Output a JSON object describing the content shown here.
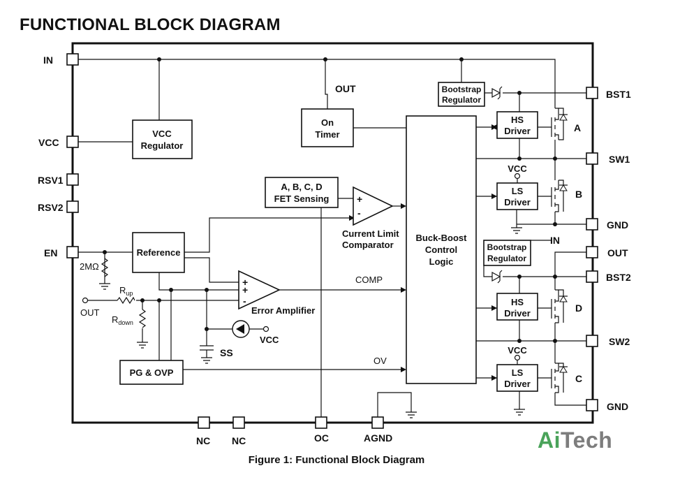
{
  "header": {
    "title": "FUNCTIONAL BLOCK DIAGRAM"
  },
  "caption": "Figure 1: Functional Block Diagram",
  "brand": {
    "part1": "Ai",
    "part2": "Tech"
  },
  "pins_left": {
    "in": "IN",
    "vcc": "VCC",
    "rsv1": "RSV1",
    "rsv2": "RSV2",
    "en": "EN"
  },
  "pins_right": {
    "bst1": "BST1",
    "sw1": "SW1",
    "gnd1": "GND",
    "out": "OUT",
    "bst2": "BST2",
    "sw2": "SW2",
    "gnd2": "GND"
  },
  "pins_bottom": {
    "nc1": "NC",
    "nc2": "NC",
    "oc": "OC",
    "agnd": "AGND"
  },
  "blocks": {
    "vcc_regulator": [
      "VCC",
      "Regulator"
    ],
    "on_timer": [
      "On",
      "Timer"
    ],
    "fet_sensing": [
      "A, B, C, D",
      "FET Sensing"
    ],
    "reference": "Reference",
    "buck_boost": [
      "Buck-Boost",
      "Control",
      "Logic"
    ],
    "bootstrap_reg_1": [
      "Bootstrap",
      "Regulator"
    ],
    "bootstrap_reg_2": [
      "Bootstrap",
      "Regulator"
    ],
    "hs_driver_a": [
      "HS",
      "Driver"
    ],
    "ls_driver_b": [
      "LS",
      "Driver"
    ],
    "hs_driver_d": [
      "HS",
      "Driver"
    ],
    "ls_driver_c": [
      "LS",
      "Driver"
    ],
    "pg_ovp": "PG & OVP"
  },
  "comparators": {
    "current_limit": [
      "Current Limit",
      "Comparator"
    ],
    "error_amp": "Error Amplifier",
    "plus": "+",
    "minus": "-"
  },
  "signals": {
    "out_top": "OUT",
    "comp": "COMP",
    "ov": "OV",
    "vcc_b": "VCC",
    "vcc_c": "VCC",
    "vcc_ss": "VCC",
    "in_bst2": "IN",
    "ss": "SS",
    "out_fb": "OUT",
    "resistor_en": "2MΩ",
    "r_up": "R",
    "r_up_sub": "up",
    "r_down": "R",
    "r_down_sub": "down"
  },
  "fets": {
    "a": "A",
    "b": "B",
    "c": "C",
    "d": "D"
  }
}
